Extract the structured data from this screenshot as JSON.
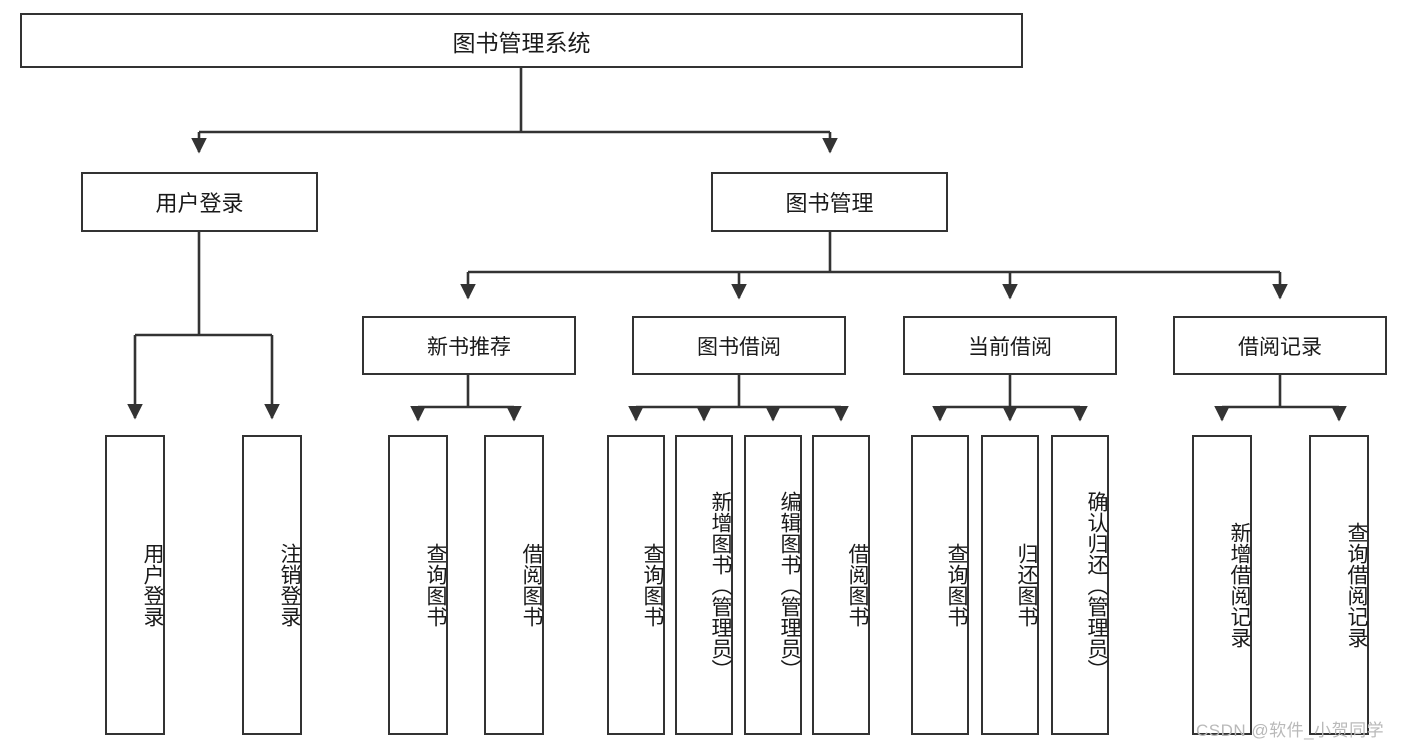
{
  "diagram": {
    "title": "图书管理系统",
    "type": "tree-hierarchy-diagram",
    "colors": {
      "box_border": "#333333",
      "box_fill": "#ffffff",
      "edge": "#333333",
      "text": "#1a1a1a",
      "watermark": "#b9b9b9"
    },
    "nodes": {
      "root": {
        "label": "图书管理系统"
      },
      "level2": [
        {
          "id": "user-login",
          "label": "用户登录"
        },
        {
          "id": "book-manage",
          "label": "图书管理"
        }
      ],
      "level3": [
        {
          "id": "new-book-rec",
          "label": "新书推荐"
        },
        {
          "id": "book-borrow",
          "label": "图书借阅"
        },
        {
          "id": "current-borrow",
          "label": "当前借阅"
        },
        {
          "id": "borrow-record",
          "label": "借阅记录"
        }
      ],
      "leaves": {
        "user-login": [
          {
            "id": "leaf-user-login",
            "label": "用户登录"
          },
          {
            "id": "leaf-logout-login",
            "label": "注销登录"
          }
        ],
        "new-book-rec": [
          {
            "id": "leaf-query-book-1",
            "label": "查询图书"
          },
          {
            "id": "leaf-borrow-book-1",
            "label": "借阅图书"
          }
        ],
        "book-borrow": [
          {
            "id": "leaf-query-book-2",
            "label": "查询图书"
          },
          {
            "id": "leaf-add-book-admin",
            "label": "新增图书（管理员）"
          },
          {
            "id": "leaf-edit-book-admin",
            "label": "编辑图书（管理员）"
          },
          {
            "id": "leaf-borrow-book-2",
            "label": "借阅图书"
          }
        ],
        "current-borrow": [
          {
            "id": "leaf-query-book-3",
            "label": "查询图书"
          },
          {
            "id": "leaf-return-book",
            "label": "归还图书"
          },
          {
            "id": "leaf-confirm-return-admin",
            "label": "确认归还（管理员）"
          }
        ],
        "borrow-record": [
          {
            "id": "leaf-add-borrow-record",
            "label": "新增借阅记录"
          },
          {
            "id": "leaf-query-borrow-record",
            "label": "查询借阅记录"
          }
        ]
      }
    },
    "watermark": "CSDN @软件_小贺同学"
  }
}
